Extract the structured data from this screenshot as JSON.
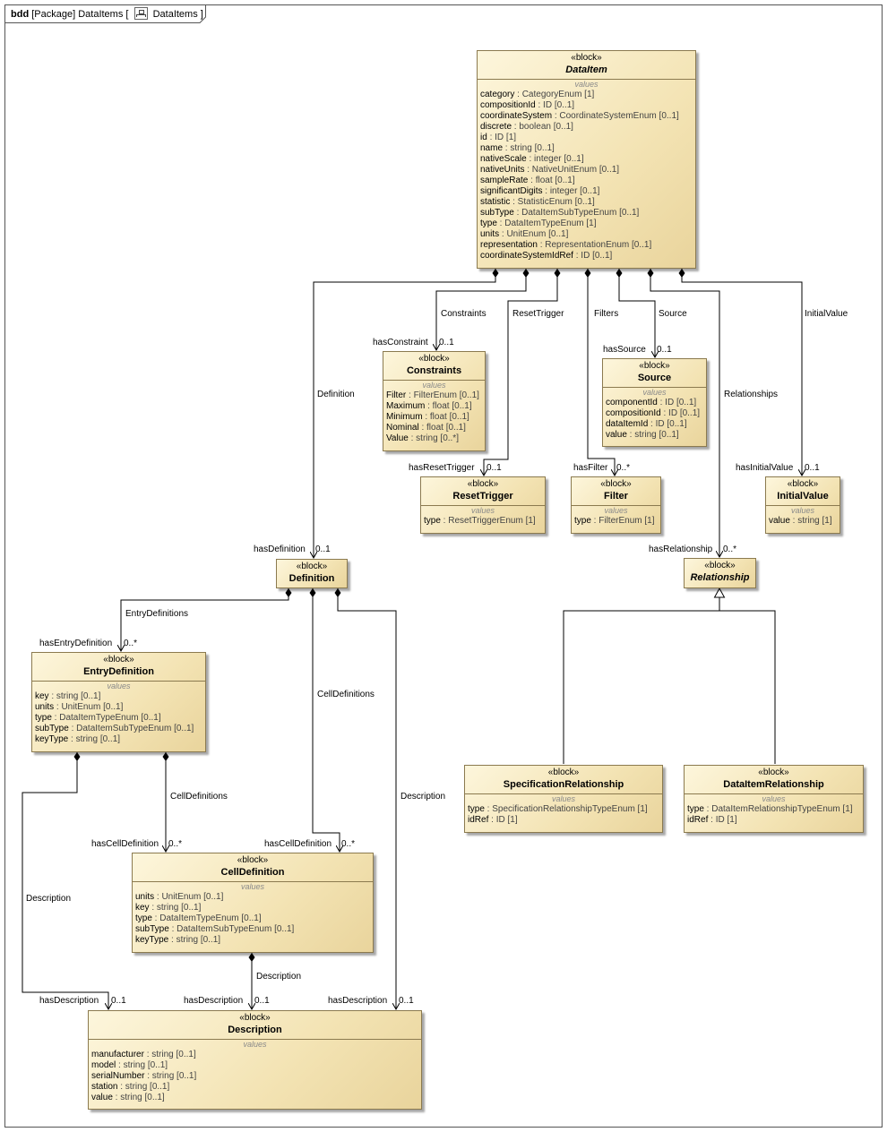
{
  "header": {
    "kind": "bdd",
    "package_label": "[Package] DataItems [",
    "diagram_name": "DataItems",
    "close": "]"
  },
  "blocks": {
    "dataitem": {
      "stereo": "«block»",
      "name": "DataItem",
      "compartment": "values",
      "attrs": [
        {
          "n": "category",
          "t": " : CategoryEnum [1]"
        },
        {
          "n": "compositionId",
          "t": " : ID [0..1]"
        },
        {
          "n": "coordinateSystem",
          "t": " : CoordinateSystemEnum [0..1]"
        },
        {
          "n": "discrete",
          "t": " : boolean [0..1]"
        },
        {
          "n": "id",
          "t": " : ID [1]"
        },
        {
          "n": "name",
          "t": " : string [0..1]"
        },
        {
          "n": "nativeScale",
          "t": " : integer [0..1]"
        },
        {
          "n": "nativeUnits",
          "t": " : NativeUnitEnum [0..1]"
        },
        {
          "n": "sampleRate",
          "t": " : float [0..1]"
        },
        {
          "n": "significantDigits",
          "t": " : integer [0..1]"
        },
        {
          "n": "statistic",
          "t": " : StatisticEnum [0..1]"
        },
        {
          "n": "subType",
          "t": " : DataItemSubTypeEnum [0..1]"
        },
        {
          "n": "type",
          "t": " : DataItemTypeEnum [1]"
        },
        {
          "n": "units",
          "t": " : UnitEnum [0..1]"
        },
        {
          "n": "representation",
          "t": " : RepresentationEnum [0..1]"
        },
        {
          "n": "coordinateSystemIdRef",
          "t": " : ID [0..1]"
        }
      ]
    },
    "constraints": {
      "stereo": "«block»",
      "name": "Constraints",
      "compartment": "values",
      "attrs": [
        {
          "n": "Filter",
          "t": " : FilterEnum [0..1]"
        },
        {
          "n": "Maximum",
          "t": " : float [0..1]"
        },
        {
          "n": "Minimum",
          "t": " : float [0..1]"
        },
        {
          "n": "Nominal",
          "t": " : float [0..1]"
        },
        {
          "n": "Value",
          "t": " : string [0..*]"
        }
      ]
    },
    "source": {
      "stereo": "«block»",
      "name": "Source",
      "compartment": "values",
      "attrs": [
        {
          "n": "componentId",
          "t": " : ID [0..1]"
        },
        {
          "n": "compositionId",
          "t": " : ID [0..1]"
        },
        {
          "n": "dataItemId",
          "t": " : ID [0..1]"
        },
        {
          "n": "value",
          "t": " : string [0..1]"
        }
      ]
    },
    "resettrigger": {
      "stereo": "«block»",
      "name": "ResetTrigger",
      "compartment": "values",
      "attrs": [
        {
          "n": "type",
          "t": " : ResetTriggerEnum [1]"
        }
      ]
    },
    "filter": {
      "stereo": "«block»",
      "name": "Filter",
      "compartment": "values",
      "attrs": [
        {
          "n": "type",
          "t": " : FilterEnum [1]"
        }
      ]
    },
    "initialvalue": {
      "stereo": "«block»",
      "name": "InitialValue",
      "compartment": "values",
      "attrs": [
        {
          "n": "value",
          "t": " : string [1]"
        }
      ]
    },
    "definition": {
      "stereo": "«block»",
      "name": "Definition"
    },
    "relationship": {
      "stereo": "«block»",
      "name": "Relationship"
    },
    "entrydefinition": {
      "stereo": "«block»",
      "name": "EntryDefinition",
      "compartment": "values",
      "attrs": [
        {
          "n": "key",
          "t": " : string [0..1]"
        },
        {
          "n": "units",
          "t": " : UnitEnum [0..1]"
        },
        {
          "n": "type",
          "t": " : DataItemTypeEnum [0..1]"
        },
        {
          "n": "subType",
          "t": " : DataItemSubTypeEnum [0..1]"
        },
        {
          "n": "keyType",
          "t": " : string [0..1]"
        }
      ]
    },
    "celldefinition": {
      "stereo": "«block»",
      "name": "CellDefinition",
      "compartment": "values",
      "attrs": [
        {
          "n": "units",
          "t": " : UnitEnum [0..1]"
        },
        {
          "n": "key",
          "t": " : string [0..1]"
        },
        {
          "n": "type",
          "t": " : DataItemTypeEnum [0..1]"
        },
        {
          "n": "subType",
          "t": " : DataItemSubTypeEnum [0..1]"
        },
        {
          "n": "keyType",
          "t": " : string [0..1]"
        }
      ]
    },
    "specrel": {
      "stereo": "«block»",
      "name": "SpecificationRelationship",
      "compartment": "values",
      "attrs": [
        {
          "n": "type",
          "t": " : SpecificationRelationshipTypeEnum [1]"
        },
        {
          "n": "idRef",
          "t": " : ID [1]"
        }
      ]
    },
    "dataitemrel": {
      "stereo": "«block»",
      "name": "DataItemRelationship",
      "compartment": "values",
      "attrs": [
        {
          "n": "type",
          "t": " : DataItemRelationshipTypeEnum [1]"
        },
        {
          "n": "idRef",
          "t": " : ID [1]"
        }
      ]
    },
    "description": {
      "stereo": "«block»",
      "name": "Description",
      "compartment": "values",
      "attrs": [
        {
          "n": "manufacturer",
          "t": " : string [0..1]"
        },
        {
          "n": "model",
          "t": " : string [0..1]"
        },
        {
          "n": "serialNumber",
          "t": " : string [0..1]"
        },
        {
          "n": "station",
          "t": " : string [0..1]"
        },
        {
          "n": "value",
          "t": " : string [0..1]"
        }
      ]
    }
  },
  "labels": {
    "constraints_assoc": "Constraints",
    "resettrigger_assoc": "ResetTrigger",
    "filters_assoc": "Filters",
    "source_assoc": "Source",
    "initialvalue_assoc": "InitialValue",
    "definition_assoc": "Definition",
    "relationships_assoc": "Relationships",
    "entrydefinitions_assoc": "EntryDefinitions",
    "celldefinitions_assoc_1": "CellDefinitions",
    "celldefinitions_assoc_2": "CellDefinitions",
    "description_assoc_1": "Description",
    "description_assoc_2": "Description",
    "description_assoc_3": "Description",
    "has_constraint": "hasConstraint",
    "has_source": "hasSource",
    "has_reset_trigger": "hasResetTrigger",
    "has_filter": "hasFilter",
    "has_initial_value": "hasInitialValue",
    "has_definition": "hasDefinition",
    "has_relationship": "hasRelationship",
    "has_entry_definition": "hasEntryDefinition",
    "has_cell_definition_1": "hasCellDefinition",
    "has_cell_definition_2": "hasCellDefinition",
    "has_description_1": "hasDescription",
    "has_description_2": "hasDescription",
    "has_description_3": "hasDescription",
    "mult_constraint": "0..1",
    "mult_source": "0..1",
    "mult_reset_trigger": "0..1",
    "mult_filter": "0..*",
    "mult_initial_value": "0..1",
    "mult_definition": "0..1",
    "mult_relationship": "0..*",
    "mult_entry_definition": "0..*",
    "mult_cell_definition_1": "0..*",
    "mult_cell_definition_2": "0..*",
    "mult_description_1": "0..1",
    "mult_description_2": "0..1",
    "mult_description_3": "0..1"
  }
}
